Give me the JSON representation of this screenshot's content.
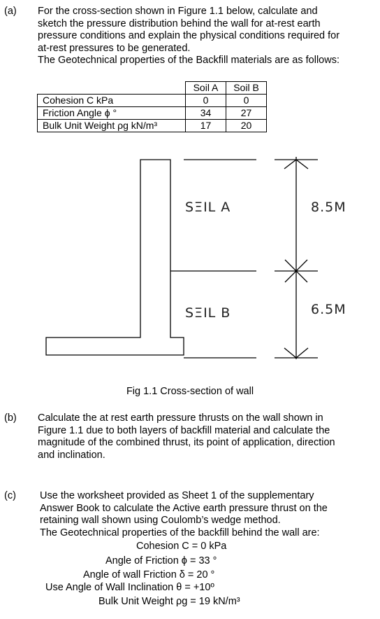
{
  "questions": {
    "a": {
      "label": "(a)",
      "lines": [
        "For the cross-section shown in Figure 1.1 below, calculate and",
        "sketch the pressure distribution behind the wall for at-rest earth",
        "pressure conditions and explain the physical conditions required for",
        "at-rest pressures to be generated.",
        "The Geotechnical properties of the Backfill materials are as follows:"
      ]
    },
    "b": {
      "label": "(b)",
      "lines": [
        "Calculate the at rest earth pressure thrusts on the wall shown in",
        "Figure 1.1 due to both layers of backfill material and calculate the",
        "magnitude of the combined thrust, its point of application, direction",
        "and inclination."
      ]
    },
    "c": {
      "label": "(c)",
      "lines": [
        "Use the worksheet provided as Sheet 1 of the supplementary",
        "Answer Book to calculate the Active earth pressure thrust on the",
        "retaining wall shown using Coulomb’s wedge method.",
        "The Geotechnical properties of the backfill behind the wall are:"
      ],
      "properties": [
        "Cohesion C = 0 kPa",
        "Angle of Friction ϕ = 33 °",
        "Angle of wall Friction δ = 20 °",
        "Use Angle of Wall Inclination θ = +10º",
        "Bulk Unit Weight ρg = 19 kN/m³"
      ]
    }
  },
  "table": {
    "headers": [
      "Soil A",
      "Soil B"
    ],
    "rows": [
      {
        "label": "Cohesion C kPa",
        "a": "0",
        "b": "0"
      },
      {
        "label": "Friction Angle ϕ °",
        "a": "34",
        "b": "27"
      },
      {
        "label": "Bulk Unit Weight ρg kN/m³",
        "a": "17",
        "b": "20"
      }
    ]
  },
  "figure": {
    "soil_a_label": "SΞIL A",
    "soil_b_label": "SΞIL B",
    "dim_top": "8.5M",
    "dim_bottom": "6.5M",
    "caption": "Fig 1.1 Cross-section of wall"
  }
}
